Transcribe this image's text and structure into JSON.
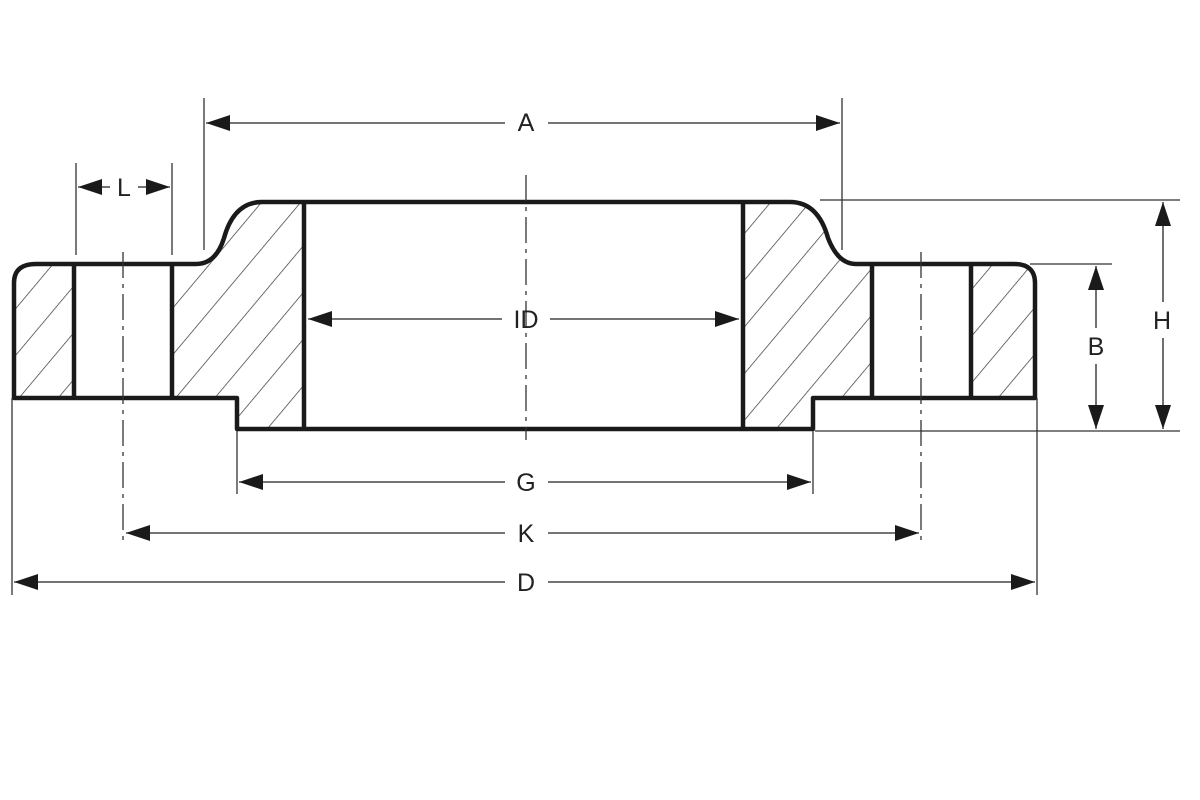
{
  "dimensions": {
    "A": "A",
    "L": "L",
    "ID": "ID",
    "H": "H",
    "B": "B",
    "G": "G",
    "K": "K",
    "D": "D"
  },
  "colors": {
    "outline": "#1a1a1a",
    "dimension_line": "#222222",
    "hatch": "#333333",
    "background": "#ffffff"
  }
}
